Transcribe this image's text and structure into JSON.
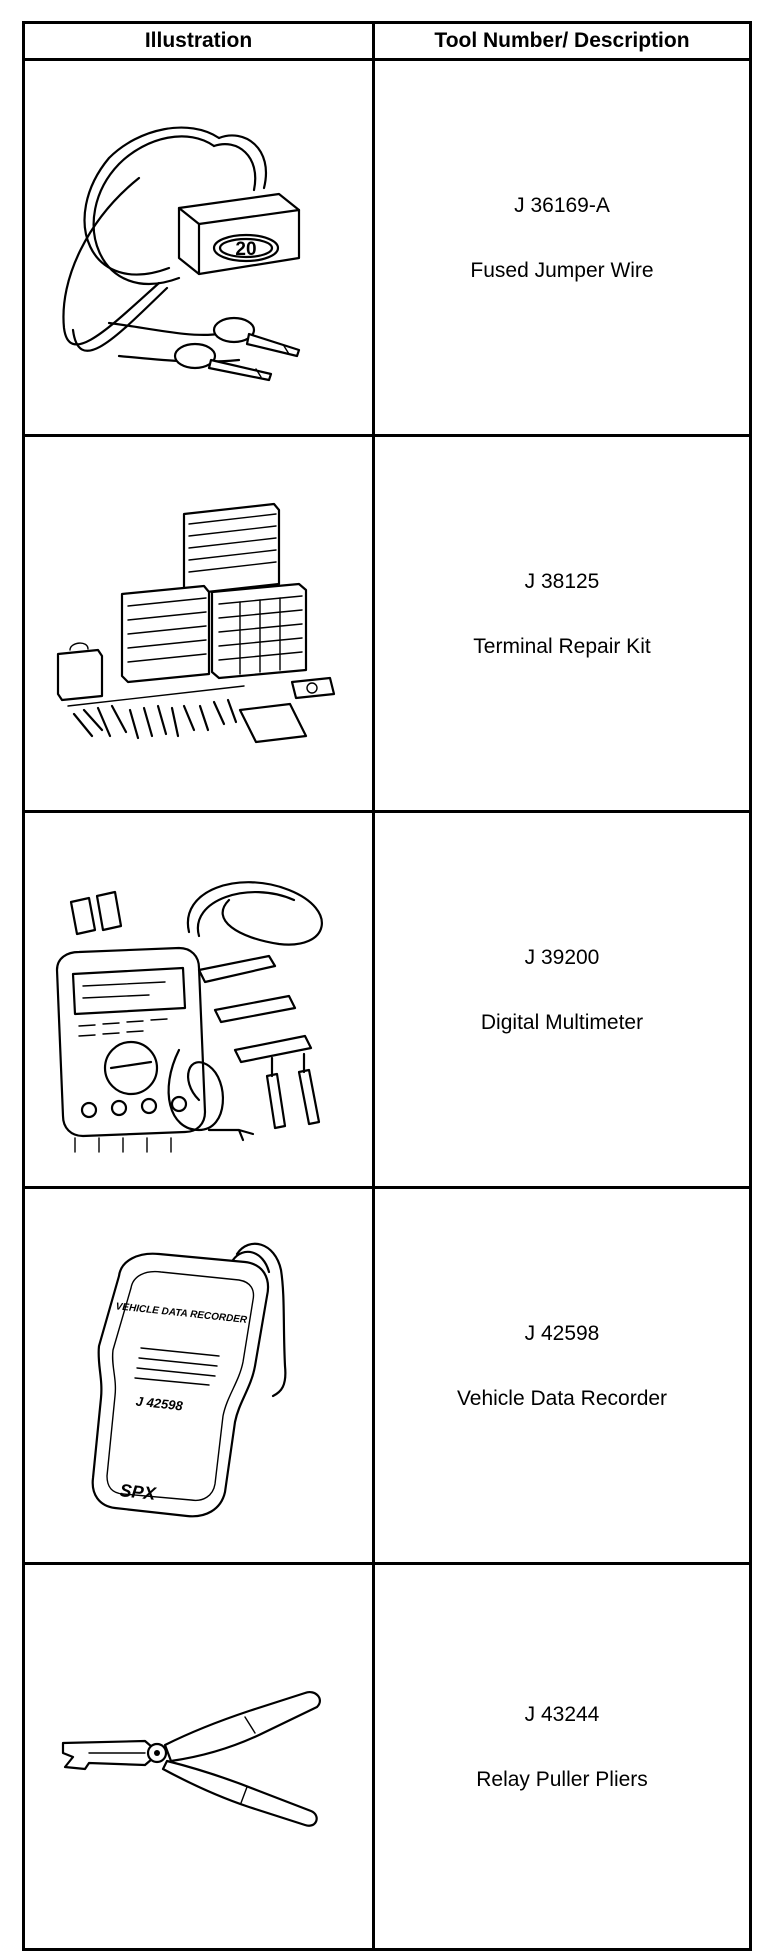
{
  "table": {
    "headers": {
      "illustration": "Illustration",
      "tool": "Tool Number/ Description"
    },
    "rows": [
      {
        "number": "J 36169-A",
        "description": "Fused Jumper Wire",
        "icon": "fused-jumper-wire-icon",
        "badge": "20"
      },
      {
        "number": "J 38125",
        "description": "Terminal Repair Kit",
        "icon": "terminal-repair-kit-icon"
      },
      {
        "number": "J 39200",
        "description": "Digital Multimeter",
        "icon": "digital-multimeter-icon"
      },
      {
        "number": "J 42598",
        "description": "Vehicle Data Recorder",
        "icon": "vehicle-data-recorder-icon",
        "device_label": "VEHICLE DATA RECORDER",
        "device_model": "J 42598",
        "device_brand": "SPX"
      },
      {
        "number": "J 43244",
        "description": "Relay Puller Pliers",
        "icon": "relay-puller-pliers-icon"
      }
    ]
  }
}
